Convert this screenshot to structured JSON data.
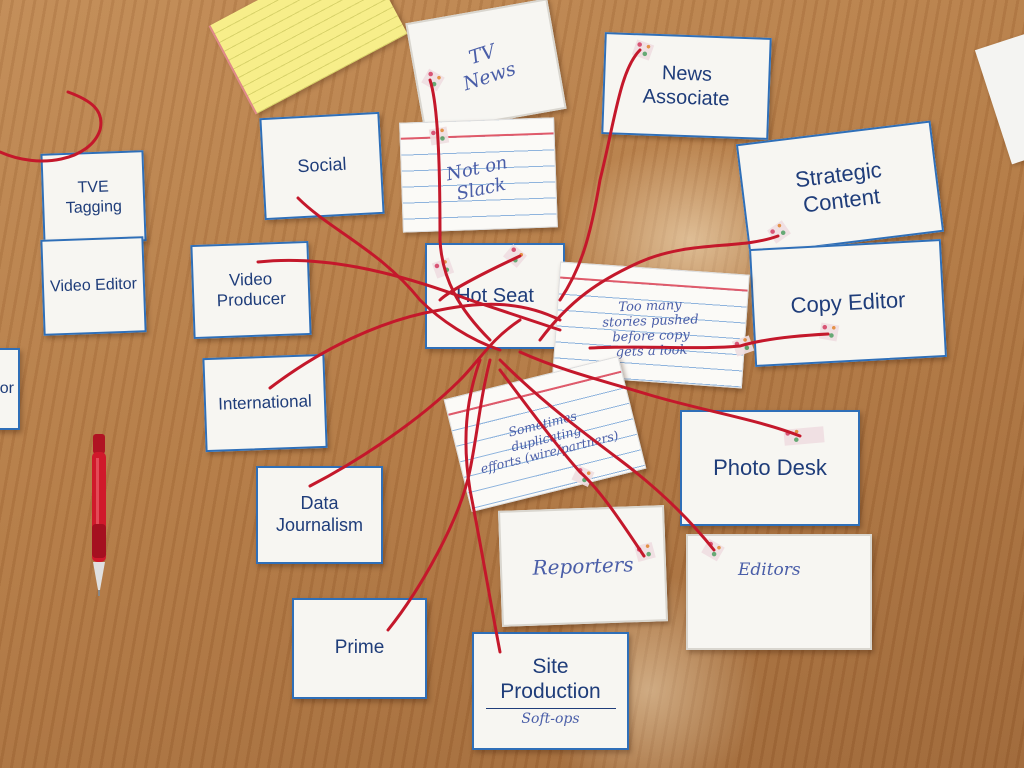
{
  "cards": {
    "tve_tagging": "TVE Tagging",
    "video_editor": "Video Editor",
    "edge_fragment": "or",
    "social": "Social",
    "video_producer": "Video\nProducer",
    "international": "International",
    "data_journalism": "Data\nJournalism",
    "prime": "Prime",
    "site_production": "Site\nProduction",
    "site_production_note": "Soft-ops",
    "hot_seat": "Hot Seat",
    "news_associate": "News\nAssociate",
    "strategic_content": "Strategic\nContent",
    "copy_editor": "Copy Editor",
    "photo_desk": "Photo Desk",
    "tv_news": "TV\nNews",
    "reporters": "Reporters",
    "editors": "Editors"
  },
  "notes": {
    "not_on_slack": "Not on\nSlack",
    "too_many": "Too many\nstories pushed\nbefore copy\ngets a look",
    "duplicating": "Sometimes\nduplicating\nefforts (wire/partners)"
  },
  "colors": {
    "table": "#b77e4c",
    "card_text": "#1f3d7a",
    "card_border": "#2f6fb8",
    "yarn": "#c4182b",
    "handwriting": "#4a5ea8",
    "legal_pad": "#f7ee8a",
    "pen": "#d0192b"
  },
  "objects": {
    "yarn": "red-yarn",
    "tape": "washi-tape",
    "pen": "red-pen",
    "pad": "yellow-legal-pad"
  }
}
